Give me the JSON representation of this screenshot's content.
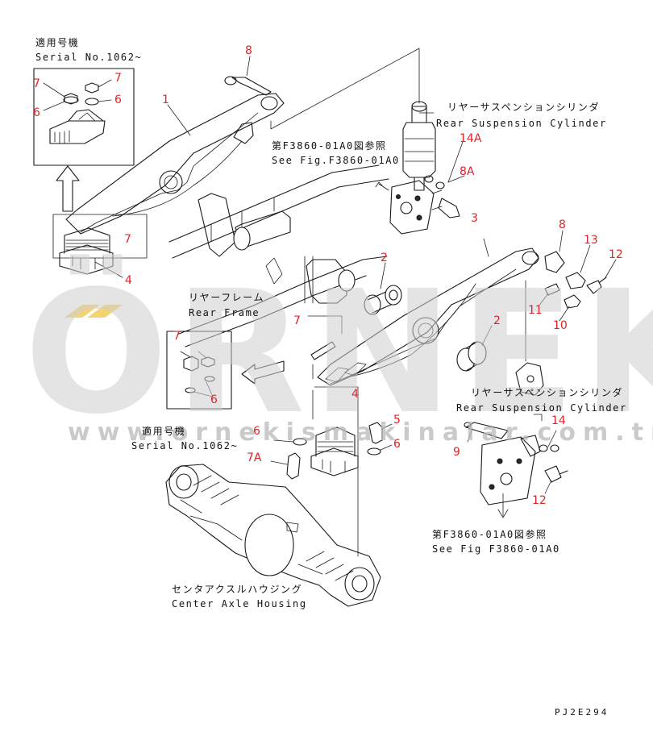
{
  "labels": {
    "serial_top_jp": "適用号機",
    "serial_top_en": "Serial No.1062~",
    "cyl_top_jp": "リヤーサスペンションシリンダ",
    "cyl_top_en": "Rear Suspension Cylinder",
    "see_top_jp": "第F3860-01A0図参照",
    "see_top_en": "See Fig.F3860-01A0",
    "frame_jp": "リヤーフレーム",
    "frame_en": "Rear Frame",
    "cyl_mid_jp": "リヤーサスペンションシリンダ",
    "cyl_mid_en": "Rear Suspension Cylinder",
    "serial_mid_jp": "適用号機",
    "serial_mid_en": "Serial No.1062~",
    "see_bot_jp": "第F3860-01A0図参照",
    "see_bot_en": "See Fig F3860-01A0",
    "axle_jp": "センタアクスルハウジング",
    "axle_en": "Center Axle Housing",
    "drawing_code": "PJ2E294"
  },
  "callouts": {
    "c8_top": "8",
    "c1": "1",
    "c7_box1a": "7",
    "c7_box1b": "7",
    "c6_box1a": "6",
    "c6_box1b": "6",
    "c14a": "14A",
    "c8a": "8A",
    "c3": "3",
    "c8_right": "8",
    "c13": "13",
    "c12_top": "12",
    "c7_left": "7",
    "c4_left": "4",
    "c2_mid": "2",
    "c11": "11",
    "c10": "10",
    "c2_right": "2",
    "c7_mid": "7",
    "c7_box2": "7",
    "c6_box2": "6",
    "c4_mid": "4",
    "c5": "5",
    "c6_mid_l": "6",
    "c6_mid_r": "6",
    "c7a": "7A",
    "c14_bot": "14",
    "c9": "9",
    "c12_bot": "12"
  },
  "watermark": {
    "brand": "ÖRNEK",
    "url": "www.ornekismakinalar.com.tr",
    "accent_color": "#f0c236"
  },
  "colors": {
    "callout": "#e0242a",
    "line": "#1a1a1a"
  }
}
